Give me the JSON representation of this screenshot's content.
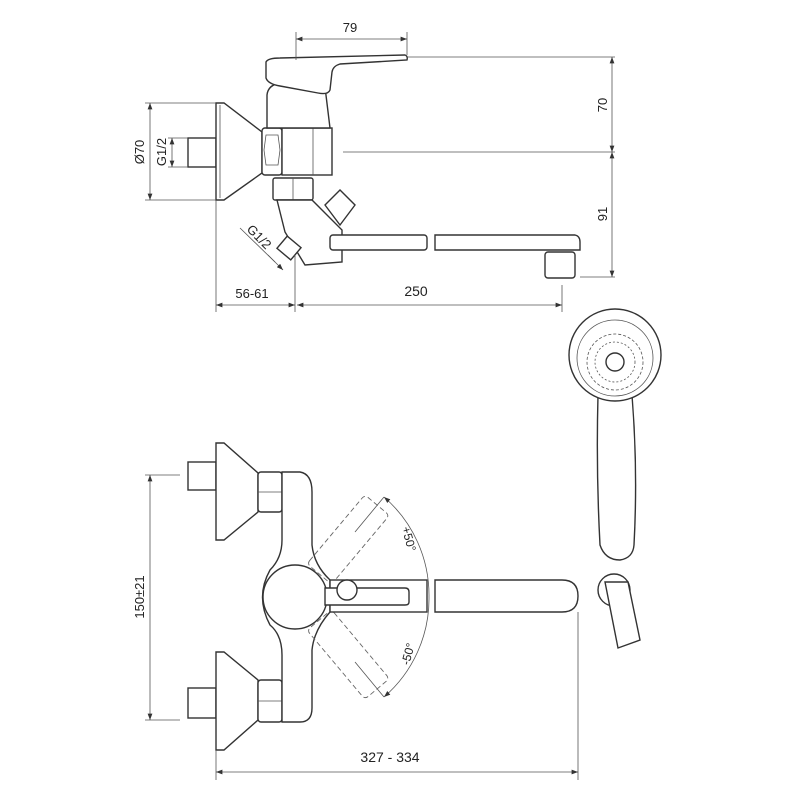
{
  "top_view": {
    "dim_lever_reach": "79",
    "dim_height_upper": "70",
    "dim_height_lower": "91",
    "dim_flange_diameter": "Ø70",
    "dim_inlet_thread": "G1/2",
    "dim_outlet_thread": "G1/2",
    "dim_wall_offset": "56-61",
    "dim_spout_length": "250"
  },
  "front_view": {
    "dim_inlet_spacing": "150±21",
    "dim_angle_plus": "+50°",
    "dim_angle_minus": "-50°",
    "dim_total_width": "327 - 334"
  },
  "colors": {
    "line": "#333333",
    "background": "#ffffff"
  }
}
